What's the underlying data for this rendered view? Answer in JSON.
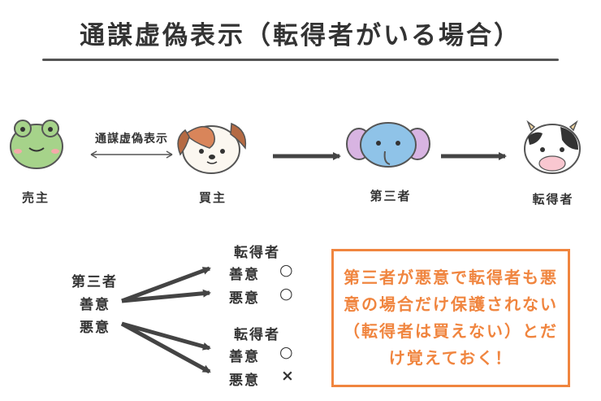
{
  "title": "通謀虚偽表示（転得者がいる場合）",
  "top_flow": {
    "relation_label": "通謀虚偽表示",
    "parties": {
      "seller": {
        "label": "売主",
        "icon": "frog-icon"
      },
      "buyer": {
        "label": "買主",
        "icon": "dog-icon"
      },
      "third_party": {
        "label": "第三者",
        "icon": "elephant-icon"
      },
      "subsequent_acquirer": {
        "label": "転得者",
        "icon": "cow-icon"
      }
    }
  },
  "matrix": {
    "third_party_label": "第三者",
    "rows": [
      {
        "label": "善意",
        "acquirer_label": "転得者",
        "outcomes": [
          {
            "label": "善意",
            "mark": "○"
          },
          {
            "label": "悪意",
            "mark": "○"
          }
        ]
      },
      {
        "label": "悪意",
        "acquirer_label": "転得者",
        "outcomes": [
          {
            "label": "善意",
            "mark": "○"
          },
          {
            "label": "悪意",
            "mark": "×"
          }
        ]
      }
    ]
  },
  "note": {
    "text": "第三者が悪意で転得者も悪意の場合だけ保護されない（転得者は買えない）とだけ覚えておく！",
    "color": "#f0853f"
  }
}
